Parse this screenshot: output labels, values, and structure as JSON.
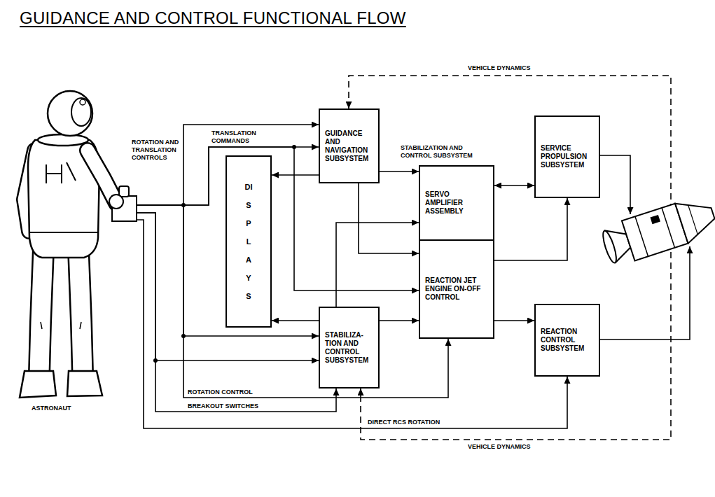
{
  "diagram": {
    "title": "GUIDANCE AND CONTROL FUNCTIONAL FLOW",
    "nodes": [
      {
        "text": [
          "ASTRONAUT"
        ]
      },
      {
        "text": [
          "GUIDANCE AND NAVIGATION SUBSYSTEM"
        ]
      },
      {
        "text": [
          "DISPLAYS"
        ]
      },
      {
        "text": [
          "SERVO AMPLIFIER ASSEMBLY"
        ]
      },
      {
        "text": [
          "REACTION JET ENGINE ON-OFF CONTROL"
        ]
      },
      {
        "text": [
          "SERVICE PROPULSION SUBSYSTEM"
        ]
      },
      {
        "text": [
          "STABILIZA- TION AND CONTROL SUBSYSTEM"
        ]
      },
      {
        "text": [
          "REACTION CONTROL SUBSYSTEM"
        ]
      }
    ],
    "edges": [
      {
        "from": 0,
        "to": 1,
        "arrow": "to"
      },
      {
        "from": 0,
        "to": 1,
        "arrow": "to"
      },
      {
        "from": 0,
        "to": 4,
        "arrow": "to"
      },
      {
        "from": 0,
        "to": 6,
        "arrow": "to"
      },
      {
        "from": 0,
        "to": 6,
        "arrow": "to"
      },
      {
        "from": 0,
        "to": 4,
        "arrow": "to"
      },
      {
        "from": 0,
        "to": 6,
        "arrow": "to"
      },
      {
        "from": 0,
        "to": 7,
        "arrow": "to"
      },
      {
        "from": 1,
        "to": 2,
        "arrow": "to"
      },
      {
        "from": 1,
        "to": 3,
        "arrow": "to"
      },
      {
        "from": 1,
        "to": 4,
        "arrow": "to"
      },
      {
        "from": 6,
        "to": 2,
        "arrow": "to"
      },
      {
        "from": 6,
        "to": 3,
        "arrow": "to"
      },
      {
        "from": 6,
        "to": 4,
        "arrow": "to"
      },
      {
        "from": 3,
        "to": 5,
        "arrow": "both"
      },
      {
        "from": 4,
        "to": 5,
        "arrow": "to"
      },
      {
        "from": 4,
        "to": 7,
        "arrow": "to"
      }
    ],
    "labels": [
      "VEHICLE DYNAMICS",
      "ROTATION AND TRANSLATION CONTROLS",
      "TRANSLATION COMMANDS",
      "STABILIZATION AND CONTROL SUBSYSTEM",
      "ROTATION CONTROL",
      "BREAKOUT SWITCHES",
      "DIRECT RCS ROTATION",
      "VEHICLE DYNAMICS"
    ]
  }
}
